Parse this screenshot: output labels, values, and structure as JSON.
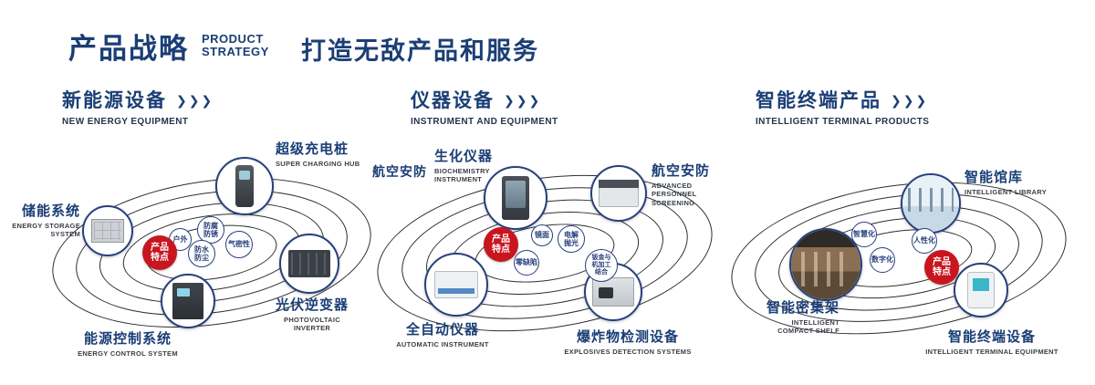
{
  "chevrons": "❯❯❯",
  "colors": {
    "navy": "#1b3e75",
    "red": "#c9151e"
  },
  "header": {
    "title": "产品战略",
    "subtitle_line1": "PRODUCT",
    "subtitle_line2": "STRATEGY",
    "tagline": "打造无敌产品和服务"
  },
  "sections": [
    {
      "title": "新能源设备",
      "subtitle": "NEW ENERGY EQUIPMENT",
      "badge": "产品特点",
      "features": [
        {
          "label": "户外"
        },
        {
          "label": "防腐防锈"
        },
        {
          "label": "气密性"
        },
        {
          "label": "防水防尘"
        }
      ],
      "nodes": [
        {
          "label": "储能系统",
          "sublabel": "ENERGY STORAGE SYSTEM"
        },
        {
          "label": "超级充电桩",
          "sublabel": "SUPER CHARGING HUB"
        },
        {
          "label": "光伏逆变器",
          "sublabel": "PHOTOVOLTAIC INVERTER"
        },
        {
          "label": "能源控制系统",
          "sublabel": "ENERGY CONTROL SYSTEM"
        }
      ]
    },
    {
      "title": "仪器设备",
      "subtitle": "INSTRUMENT AND EQUIPMENT",
      "badge": "产品特点",
      "side_label": "航空安防",
      "features": [
        {
          "label": "镜面"
        },
        {
          "label": "电解抛光"
        },
        {
          "label": "零缺陷"
        },
        {
          "label": "钣金与机加工结合"
        }
      ],
      "nodes": [
        {
          "label": "生化仪器",
          "sublabel": "BIOCHEMISTRY INSTRUMENT"
        },
        {
          "label": "航空安防",
          "sublabel": "ADVANCED PERSONNEL SCREENING"
        },
        {
          "label": "全自动仪器",
          "sublabel": "AUTOMATIC INSTRUMENT"
        },
        {
          "label": "爆炸物检测设备",
          "sublabel": "EXPLOSIVES DETECTION SYSTEMS"
        }
      ]
    },
    {
      "title": "智能终端产品",
      "subtitle": "INTELLIGENT TERMINAL PRODUCTS",
      "badge": "产品特点",
      "features": [
        {
          "label": "智慧化"
        },
        {
          "label": "人性化"
        },
        {
          "label": "数字化"
        }
      ],
      "nodes": [
        {
          "label": "智能馆库",
          "sublabel": "INTELLIGENT LIBRARY"
        },
        {
          "label": "智能密集架",
          "sublabel": "INTELLIGENT COMPACT SHELF"
        },
        {
          "label": "智能终端设备",
          "sublabel": "INTELLIGENT TERMINAL EQUIPMENT"
        }
      ]
    }
  ]
}
